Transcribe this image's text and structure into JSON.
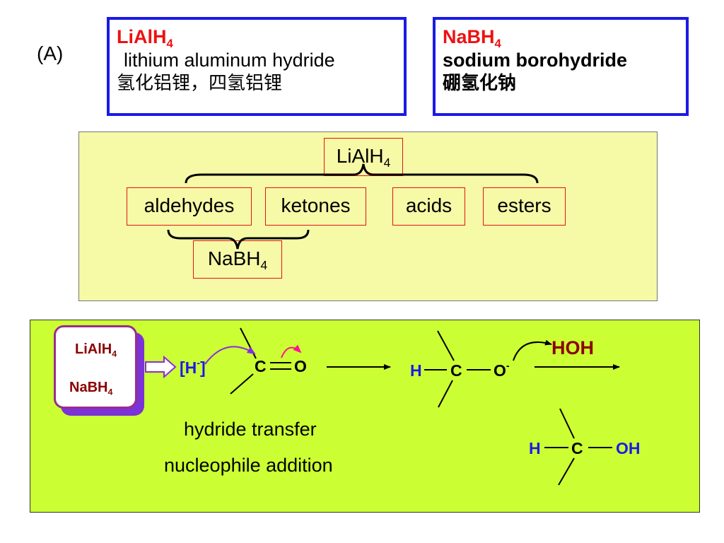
{
  "label": "(A)",
  "reagents": {
    "lialh4": {
      "formula": "LiAlH",
      "formula_sub": "4",
      "english": "lithium aluminum hydride",
      "chinese": "氢化铝锂，四氢铝锂"
    },
    "nabh4": {
      "formula": "NaBH",
      "formula_sub": "4",
      "english": "sodium borohydride",
      "chinese": "硼氢化钠"
    }
  },
  "selectivity": {
    "strong_reagent": {
      "text": "LiAlH",
      "sub": "4"
    },
    "mild_reagent": {
      "text": "NaBH",
      "sub": "4"
    },
    "substrates": [
      "aldehydes",
      "ketones",
      "acids",
      "esters"
    ]
  },
  "mechanism": {
    "card": {
      "reagent1": "LiAlH",
      "reagent1_sub": "4",
      "reagent2": "NaBH",
      "reagent2_sub": "4"
    },
    "hydride": {
      "text": "[H",
      "charge": "-",
      "close": "]"
    },
    "carbonyl": {
      "c": "C",
      "o": "O"
    },
    "alkoxide": {
      "h": "H",
      "c": "C",
      "o": "O",
      "charge": "-"
    },
    "water": "HOH",
    "alcohol": {
      "h": "H",
      "c": "C",
      "oh": "OH"
    },
    "description_line1": "hydride transfer",
    "description_line2": "nucleophile addition"
  },
  "colors": {
    "reagent_box_border": "#1a1ae6",
    "accent_red": "#ee1111",
    "panel_yellow": "#f6f9a6",
    "panel_green": "#ccff33",
    "arrow_purple": "#8a2be2",
    "arrow_magenta": "#ff1493"
  }
}
